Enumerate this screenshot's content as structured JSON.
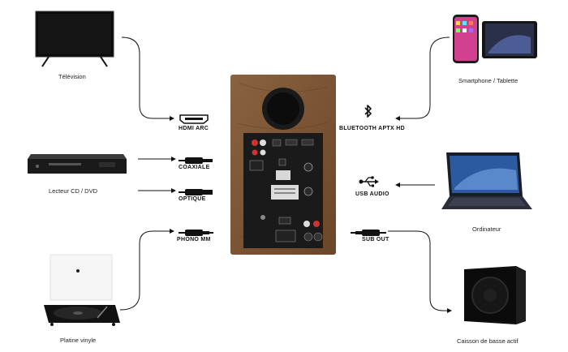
{
  "devices": {
    "tv": "Télévision",
    "cd": "Lecteur CD / DVD",
    "turntable": "Platine vinyle",
    "phone": "Smartphone / Tablette",
    "computer": "Ordinateur",
    "subwoofer": "Caisson de basse actif"
  },
  "ports": {
    "hdmi": "HDMI ARC",
    "coax": "COAXIALE",
    "optical": "OPTIQUE",
    "phono": "PHONO MM",
    "bluetooth": "BLUETOOTH APTX HD",
    "usb": "USB AUDIO",
    "sub": "SUB OUT"
  }
}
